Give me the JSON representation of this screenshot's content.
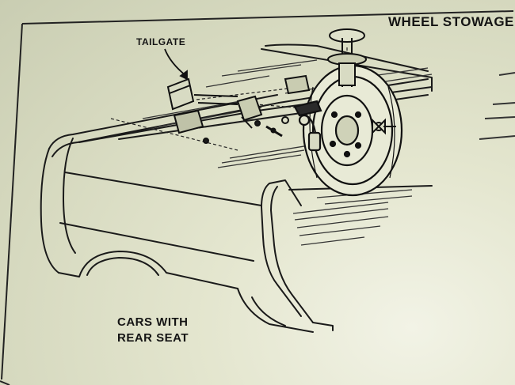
{
  "heading": {
    "title": "WHEEL STOWAGE"
  },
  "callouts": {
    "tailgate": "TAILGATE",
    "variant_line1": "CARS WITH",
    "variant_line2": "REAR SEAT"
  },
  "colors": {
    "paper": "#e4e6cf",
    "ink": "#141414"
  }
}
